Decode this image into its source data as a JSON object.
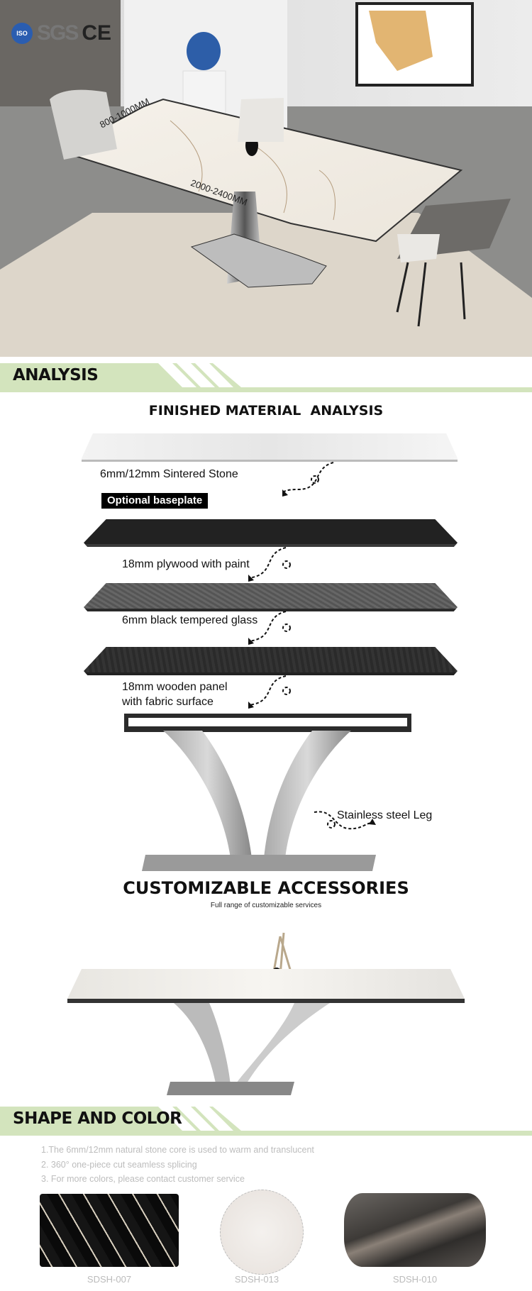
{
  "hero": {
    "certifications": [
      "ISO",
      "SGS",
      "CE"
    ],
    "dimension_width": "800-1000MM",
    "dimension_length": "2000-2400MM"
  },
  "analysis": {
    "section_title": "ANALYSIS",
    "heading": "FINISHED MATERIAL  ANALYSIS",
    "layers": {
      "stone": "6mm/12mm Sintered Stone",
      "baseplate": "Optional baseplate",
      "plywood": "18mm plywood with paint",
      "glass": "6mm black tempered glass",
      "panel_line1": "18mm wooden panel",
      "panel_line2": "with fabric surface",
      "leg": "Stainless steel Leg"
    }
  },
  "accessories": {
    "heading": "CUSTOMIZABLE ACCESSORIES",
    "subheading": "Full range of customizable services"
  },
  "shape_color": {
    "section_title": "SHAPE AND COLOR",
    "notes": [
      "1.The 6mm/12mm natural stone core is used to warm and translucent",
      "2. 360° one-piece cut seamless splicing",
      "3. For more colors, please contact customer service"
    ],
    "swatches": [
      {
        "code": "SDSH-007"
      },
      {
        "code": "SDSH-013"
      },
      {
        "code": "SDSH-010"
      }
    ]
  },
  "colors": {
    "banner": "#d3e4bd"
  }
}
